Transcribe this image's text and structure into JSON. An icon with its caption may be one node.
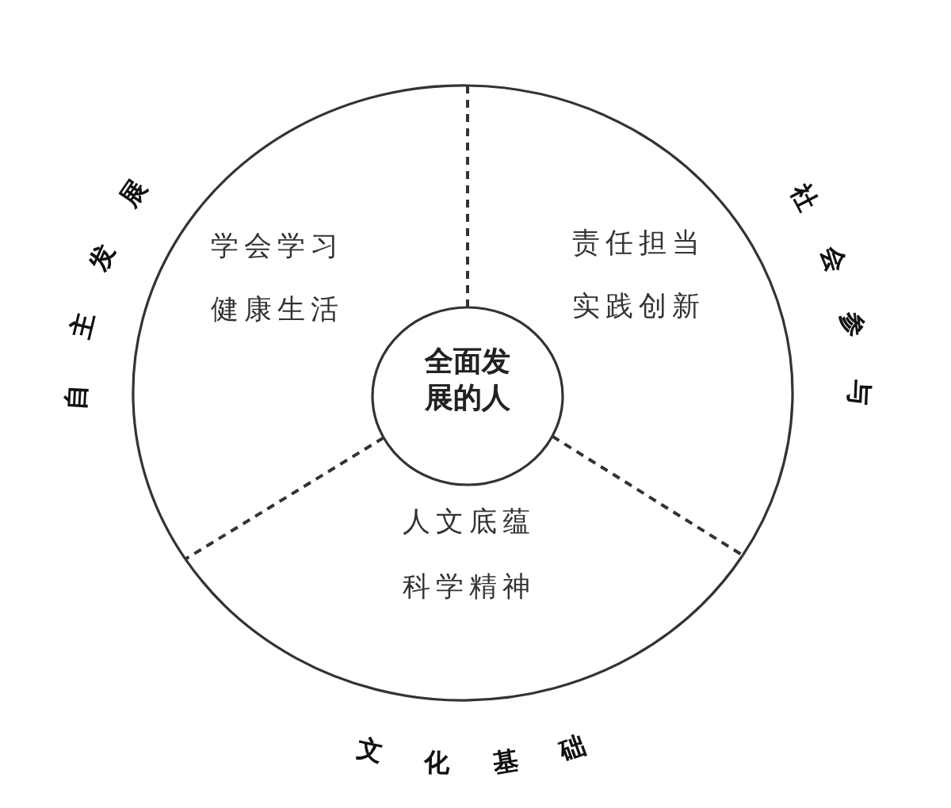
{
  "diagram": {
    "nodes": [
      {
        "text": [
          "自主发展",
          "学会学习",
          "健康生活"
        ]
      },
      {
        "text": [
          "责任担当",
          "实践创新",
          "社会参与"
        ]
      },
      {
        "text": [
          "全面发展的人"
        ]
      },
      {
        "text": [
          "人文底蕴",
          "科学精神",
          "文化基础"
        ]
      }
    ]
  }
}
